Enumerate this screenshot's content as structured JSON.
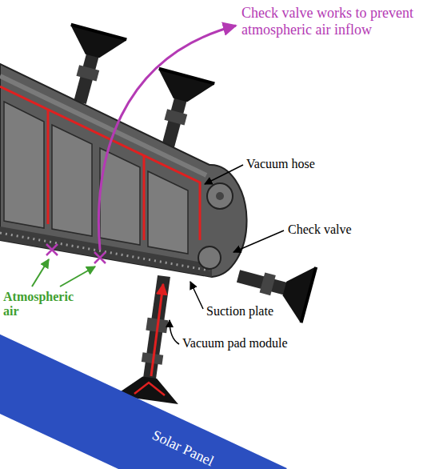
{
  "diagram": {
    "nodes": [
      {
        "text": [
          "Solar Panel"
        ]
      }
    ],
    "labels": [
      "Check valve works to prevent atmospheric air inflow",
      "Vacuum hose",
      "Check valve",
      "Atmospheric air",
      "Suction plate",
      "Vacuum pad module"
    ]
  }
}
